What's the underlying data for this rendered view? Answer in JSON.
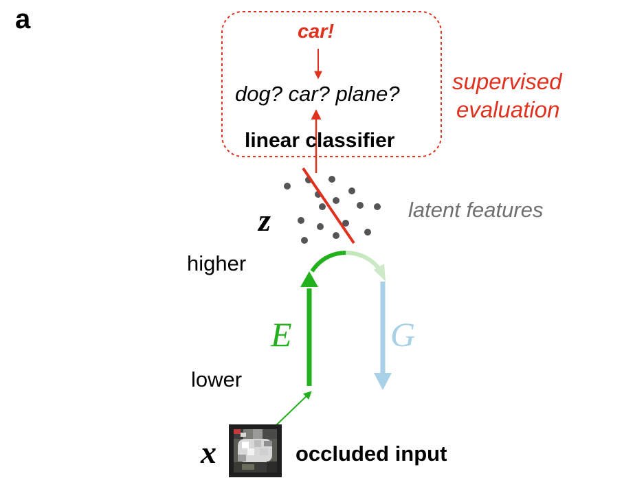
{
  "panel_label": "a",
  "evaluation_box": {
    "result": "car!",
    "question": "dog? car? plane?",
    "classifier": "linear classifier",
    "label_line1": "supervised",
    "label_line2": "evaluation"
  },
  "latent": {
    "symbol": "z",
    "label": "latent features"
  },
  "levels": {
    "higher": "higher",
    "lower": "lower"
  },
  "encoder": {
    "symbol": "E"
  },
  "generator": {
    "symbol": "G"
  },
  "input": {
    "symbol": "x",
    "label": "occluded input"
  },
  "colors": {
    "evaluation": "#e0301e",
    "encoder": "#22b01c",
    "encoder_light": "#bfe8b6",
    "generator": "#a8d0e6",
    "points": "#555555",
    "latent_label": "#6e6e6e"
  }
}
